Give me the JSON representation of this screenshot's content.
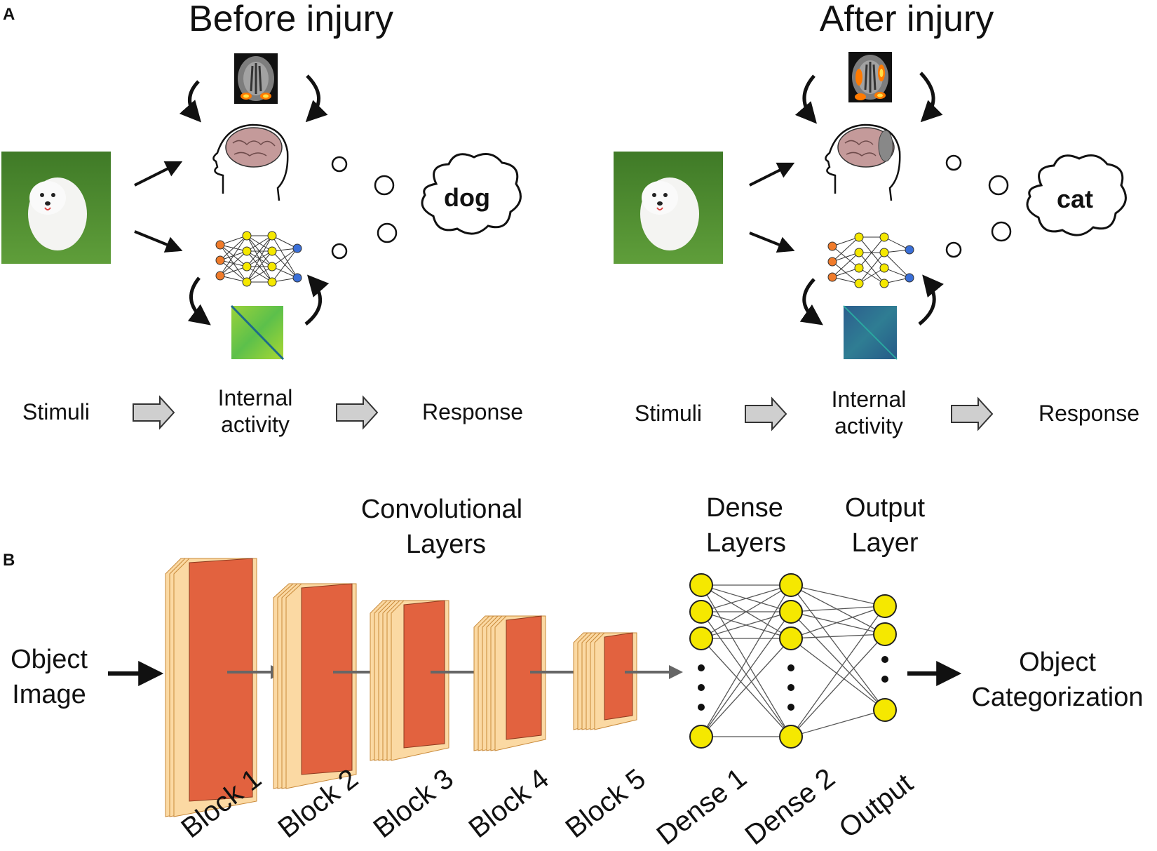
{
  "panel_a": {
    "letter": "A",
    "before": {
      "title": "Before injury",
      "response_word": "dog",
      "flow": [
        "Stimuli",
        "Internal",
        "activity",
        "Response"
      ]
    },
    "after": {
      "title": "After injury",
      "response_word": "cat",
      "flow": [
        "Stimuli",
        "Internal",
        "activity",
        "Response"
      ]
    }
  },
  "panel_b": {
    "letter": "B",
    "input_label": [
      "Object",
      "Image"
    ],
    "output_label": [
      "Object",
      "Categorization"
    ],
    "group_labels": {
      "convolutional": [
        "Convolutional",
        "Layers"
      ],
      "dense": [
        "Dense",
        "Layers"
      ],
      "output": [
        "Output",
        "Layer"
      ]
    },
    "blocks": [
      "Block 1",
      "Block 2",
      "Block 3",
      "Block 4",
      "Block 5"
    ],
    "layers": [
      "Dense 1",
      "Dense 2",
      "Output"
    ]
  },
  "colors": {
    "conv_front": "#e2623f",
    "conv_sheet": "#fbd9a3",
    "neuron_yellow": "#f5e800",
    "neuron_orange": "#f07b2a",
    "neuron_blue": "#3a6fd8",
    "brain": "#c49a9a",
    "grass": "#4d8a2f"
  }
}
